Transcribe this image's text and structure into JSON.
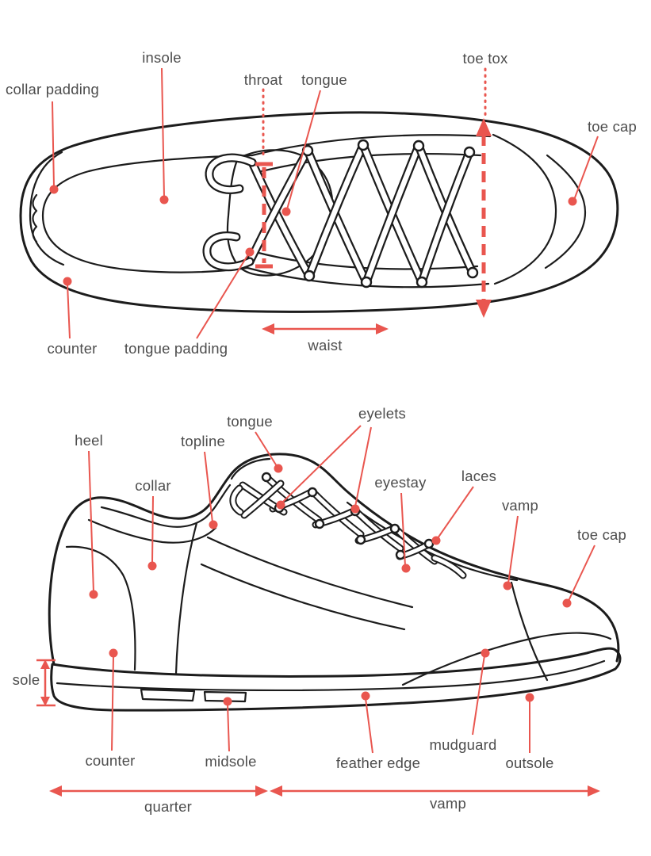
{
  "palette": {
    "accent": "#e9564f",
    "ink": "#1c1c1c",
    "label": "#4d4d4d"
  },
  "top_view": {
    "labels": {
      "insole": "insole",
      "collar_padding": "collar padding",
      "throat": "throat",
      "tongue": "tongue",
      "toe_tox": "toe tox",
      "toe_cap": "toe cap",
      "counter": "counter",
      "tongue_padding": "tongue padding",
      "waist": "waist"
    }
  },
  "side_view": {
    "labels": {
      "heel": "heel",
      "topline": "topline",
      "tongue": "tongue",
      "eyelets": "eyelets",
      "collar": "collar",
      "eyestay": "eyestay",
      "laces": "laces",
      "vamp": "vamp",
      "toe_cap": "toe cap",
      "sole": "sole",
      "counter": "counter",
      "midsole": "midsole",
      "feather_edge": "feather edge",
      "mudguard": "mudguard",
      "outsole": "outsole",
      "quarter": "quarter",
      "vamp_bottom": "vamp"
    }
  }
}
